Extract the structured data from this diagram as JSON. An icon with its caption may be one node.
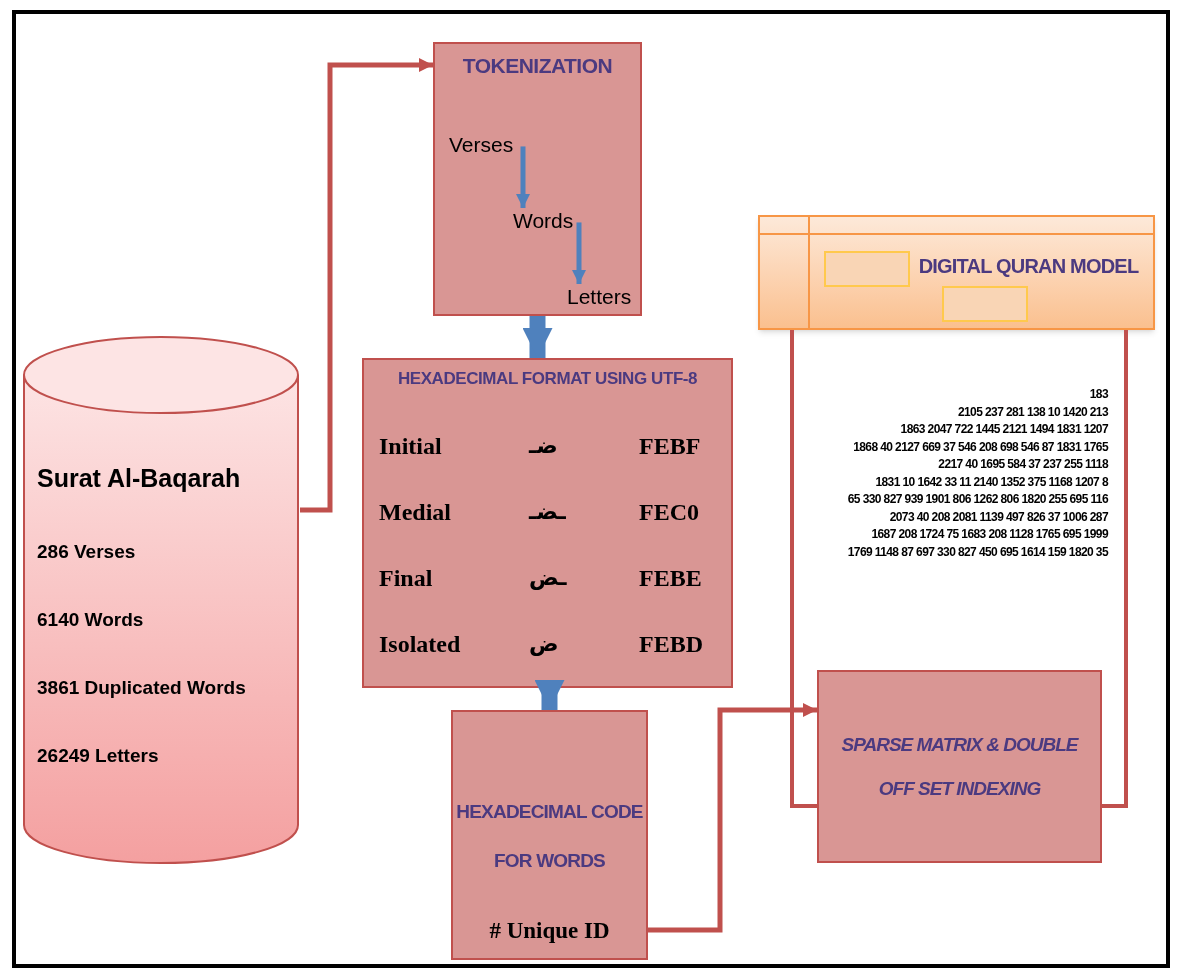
{
  "diagram": {
    "nodes": [
      {
        "text": [
          "Surat Al-Baqarah",
          "286 Verses",
          "6140 Words",
          "3861 Duplicated Words",
          "26249 Letters"
        ]
      },
      {
        "text": [
          "TOKENIZATION"
        ]
      },
      {
        "text": [
          "Verses"
        ],
        "in": 1
      },
      {
        "text": [
          "Words"
        ],
        "in": 1
      },
      {
        "text": [
          "Letters"
        ],
        "in": 1
      },
      {
        "text": [
          "HEXADECIMAL FORMAT USING UTF-8",
          "Initial",
          "ضـ",
          "FEBF",
          "Medial",
          "ـضـ",
          "FEC0",
          "Final",
          "ـض",
          "FEBE",
          "Isolated",
          "ض",
          "FEBD"
        ]
      },
      {
        "text": [
          "HEXADECIMAL CODE FOR WORDS",
          "# Unique ID"
        ]
      },
      {
        "text": [
          "DIGITAL QURAN MODEL"
        ]
      },
      {
        "text": [],
        "shape": "box"
      },
      {
        "text": [
          "SPARSE MATRIX & DOUBLE OFF SET INDEXING"
        ]
      }
    ],
    "edges": [
      {
        "from": 0,
        "to": 1,
        "arrow": "to",
        "color": "#c0504d"
      },
      {
        "from": 2,
        "to": 3,
        "arrow": "to"
      },
      {
        "from": 3,
        "to": 4,
        "arrow": "to"
      },
      {
        "from": 1,
        "to": 5,
        "arrow": "to",
        "style": "thick"
      },
      {
        "from": 5,
        "to": 6,
        "arrow": "to",
        "style": "thick"
      },
      {
        "from": 6,
        "to": 9,
        "arrow": "to",
        "color": "#c0504d"
      }
    ],
    "labels": [
      "183",
      "2105 237 281 138 10 1420 213",
      "1863 2047 722 1445 2121 1494 1831 1207",
      "1868 40 2127 669 37 546 208 698 546 87 1831 1765",
      "2217 40 1695 584 37 237 255 1118",
      "1831 10 1642 33 11 2140 1352 375 1168 1207 8",
      "65 330 827 939 1901 806 1262 806 1820 255 695 116",
      "2073 40 208 2081 1139 497 826 37 1006 287",
      "1687 208 1724 75 1683 208 1128 1765 695 1999",
      "1769 1148 87 697 330 827 450 695 1614 159 1820 35"
    ]
  }
}
